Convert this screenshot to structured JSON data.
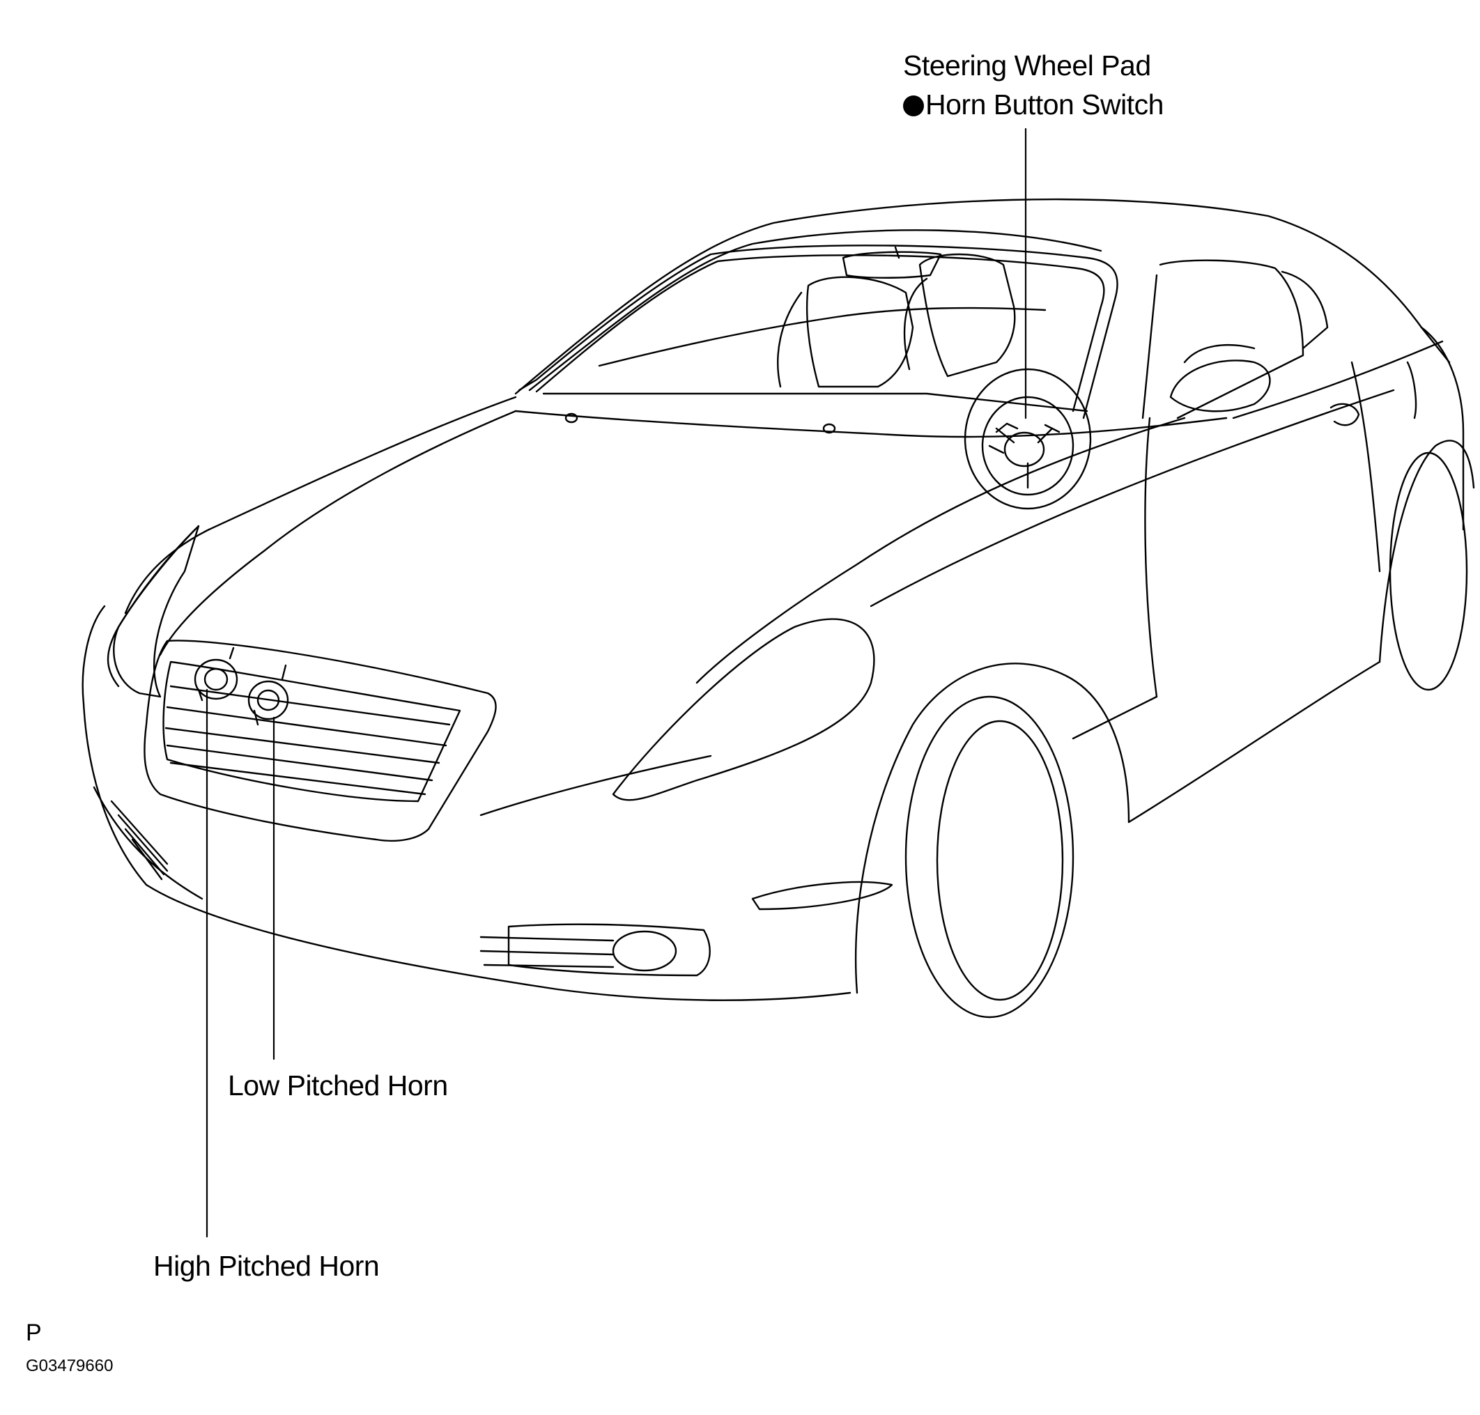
{
  "callouts": {
    "steering_wheel_pad": "Steering Wheel Pad",
    "horn_button_switch": "Horn Button Switch",
    "low_pitched_horn": "Low Pitched Horn",
    "high_pitched_horn": "High Pitched Horn"
  },
  "footer": {
    "code_letter": "P",
    "figure_id": "G03479660"
  }
}
